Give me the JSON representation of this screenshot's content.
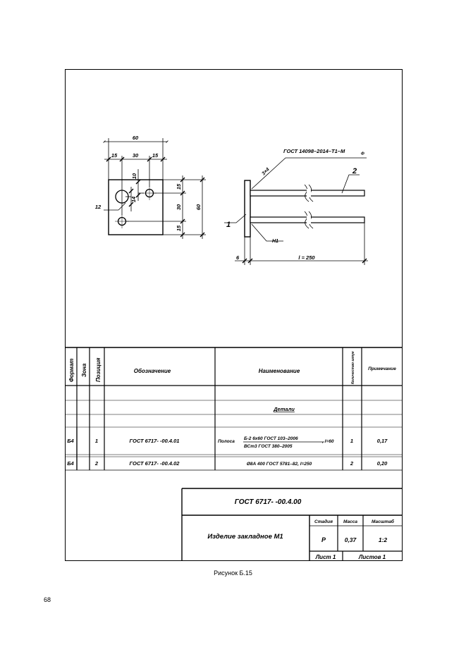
{
  "drawing": {
    "plate_view": {
      "dims": {
        "overall_width": "60",
        "left_offset": "15",
        "hole_spacing_h": "30",
        "right_offset": "15",
        "hole_spacing_v": "30",
        "top_offset": "15",
        "bottom_offset": "15",
        "overall_height": "60",
        "top_hole_offset": "10",
        "hole_small_dim": "14",
        "hole_diameter": "12"
      }
    },
    "side_view": {
      "weld_standard": "ГОСТ 14098–2014–Т1–М",
      "weld_standard_sub": "ф",
      "weld_symbol": "3×4",
      "weld_n1": "Н1",
      "pos_1": "1",
      "pos_2": "2",
      "thickness": "6",
      "length": "l = 250"
    }
  },
  "spec_table": {
    "headers": {
      "format": "Формат",
      "zone": "Зона",
      "position": "Позиция",
      "designation": "Обозначение",
      "name": "Наименование",
      "quantity": "Количество штук",
      "note": "Примечание"
    },
    "section_title": "Детали",
    "rows": [
      {
        "format": "Б4",
        "zone": "",
        "position": "1",
        "designation": "ГОСТ 6717- -00.4.01",
        "name_prefix": "Полоса",
        "name_fraction_top": "Б-2 6х60 ГОСТ 103–2006",
        "name_fraction_bottom": "ВСт3   ГОСТ 380–2005",
        "name_suffix": ", l=60",
        "quantity": "1",
        "note": "0,17"
      },
      {
        "format": "Б4",
        "zone": "",
        "position": "2",
        "designation": "ГОСТ 6717- -00.4.02",
        "name": "Ø8А 400 ГОСТ 5781–82, l=250",
        "quantity": "2",
        "note": "0,20"
      }
    ]
  },
  "title_block": {
    "document_code": "ГОСТ 6717- -00.4.00",
    "title": "Изделие закладное М1",
    "headers": {
      "stage": "Стадия",
      "mass": "Масса",
      "scale": "Масштаб"
    },
    "stage": "Р",
    "mass": "0,37",
    "scale": "1:2",
    "sheet": "Лист 1",
    "sheets": "Листов 1"
  },
  "caption": "Рисунок Б.15",
  "page_number": "68"
}
